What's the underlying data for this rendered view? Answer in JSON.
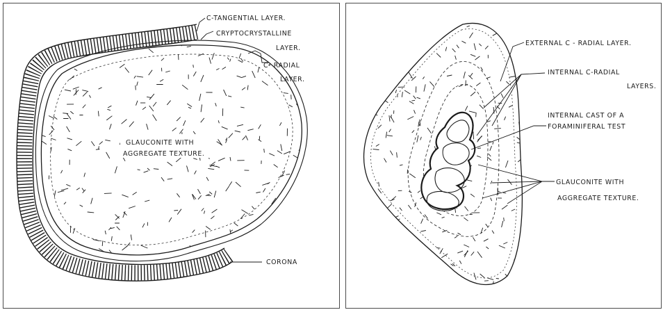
{
  "left_panel": {
    "labels": {
      "c_tangential": "C-TANGENTIAL LAYER.",
      "crypto_1": "CRYPTOCRYSTALLINE",
      "crypto_2": "LAYER.",
      "c_radial_1": "C- RADIAL",
      "c_radial_2": "LAYER.",
      "glauconite_1": "GLAUCONITE WITH",
      "glauconite_2": "AGGREGATE TEXTURE.",
      "corona": "CORONA"
    }
  },
  "right_panel": {
    "labels": {
      "external_radial": "EXTERNAL C - RADIAL LAYER.",
      "internal_radial_1": "INTERNAL C-RADIAL",
      "internal_radial_2": "LAYERS.",
      "internal_cast_1": "INTERNAL CAST OF A",
      "internal_cast_2": "FORAMINIFERAL TEST",
      "glauconite_1": "GLAUCONITE WITH",
      "glauconite_2": "AGGREGATE TEXTURE."
    }
  },
  "colors": {
    "ink": "#1a1a1a",
    "frame": "#4a4a4a",
    "background": "#ffffff"
  }
}
